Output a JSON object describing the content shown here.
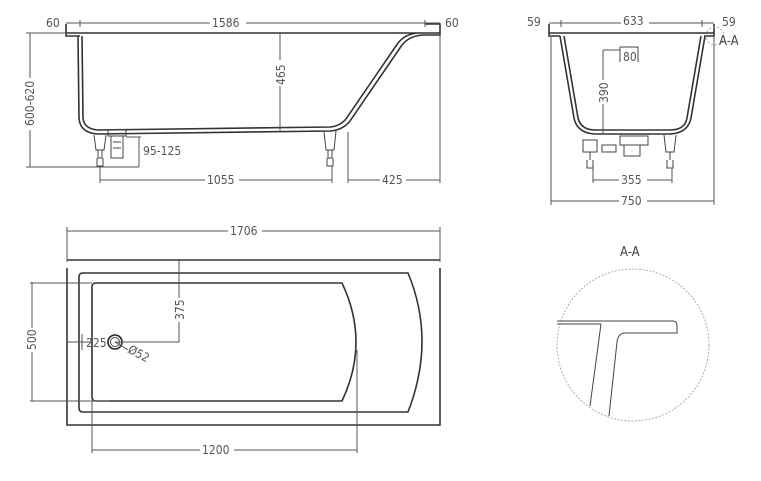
{
  "side_view": {
    "left_rim": "60",
    "top_length": "1586",
    "right_rim": "60",
    "height_range": "600-620",
    "inner_depth": "465",
    "drain_height": "95-125",
    "feet_spacing": "1055",
    "slope_length": "425"
  },
  "end_view": {
    "left_rim": "59",
    "top_width": "633",
    "right_rim": "59",
    "section_marker": "A-A",
    "overflow_size": "80",
    "overflow_height": "390",
    "feet_spacing": "355",
    "total_width": "750"
  },
  "plan_view": {
    "total_length": "1706",
    "drain_offset_y": "375",
    "drain_offset_x": "225",
    "drain_diameter": "Ø52",
    "inner_width": "500",
    "inner_length": "1200"
  },
  "detail": {
    "title": "A-A"
  }
}
